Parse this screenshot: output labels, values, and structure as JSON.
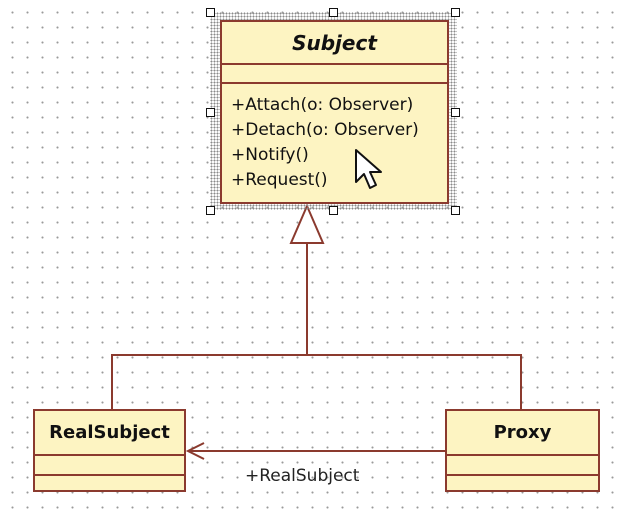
{
  "diagram": {
    "subject": {
      "name": "Subject",
      "operations": [
        "+Attach(o: Observer)",
        "+Detach(o: Observer)",
        "+Notify()",
        "+Request()"
      ]
    },
    "real_subject": {
      "name": "RealSubject"
    },
    "proxy": {
      "name": "Proxy"
    },
    "association_role": "+RealSubject"
  },
  "colors": {
    "class_fill": "#fdf4c2",
    "class_border": "#8b3a2e",
    "connector": "#8b3a2e"
  },
  "icons": [
    "generalization-arrow-icon",
    "association-arrow-icon",
    "mouse-pointer-icon",
    "selection-handle-icon"
  ]
}
